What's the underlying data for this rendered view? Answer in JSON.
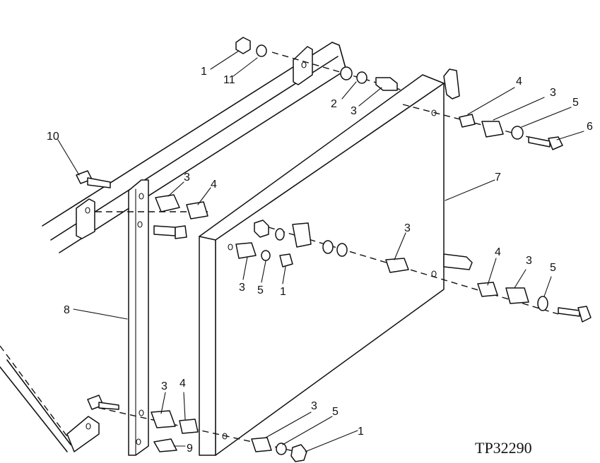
{
  "diagram": {
    "reference_id": "TP32290",
    "callouts": [
      "1",
      "11",
      "2",
      "3",
      "4",
      "3",
      "5",
      "6",
      "10",
      "3",
      "4",
      "7",
      "3",
      "3",
      "5",
      "1",
      "4",
      "3",
      "5",
      "8",
      "3",
      "4",
      "9",
      "3",
      "5",
      "1"
    ]
  }
}
